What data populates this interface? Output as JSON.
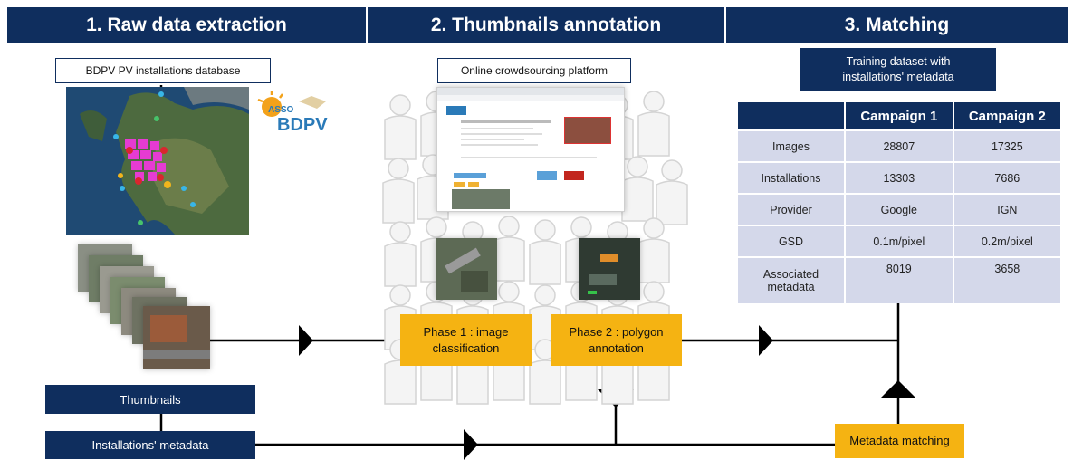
{
  "headers": {
    "step1": "1. Raw data extraction",
    "step2": "2. Thumbnails annotation",
    "step3": "3. Matching"
  },
  "labels": {
    "database": "BDPV PV installations database",
    "platform": "Online crowdsourcing platform",
    "training_dataset": "Training dataset with installations' metadata",
    "thumbnails": "Thumbnails",
    "installations_metadata": "Installations' metadata",
    "phase1": "Phase 1 : image classification",
    "phase2": "Phase 2 : polygon annotation",
    "metadata_matching": "Metadata matching",
    "logo_text": "BDPV",
    "logo_small": "ASSO"
  },
  "table": {
    "columns": [
      "",
      "Campaign 1",
      "Campaign 2"
    ],
    "rows": [
      {
        "label": "Images",
        "c1": "28807",
        "c2": "17325"
      },
      {
        "label": "Installations",
        "c1": "13303",
        "c2": "7686"
      },
      {
        "label": "Provider",
        "c1": "Google",
        "c2": "IGN"
      },
      {
        "label": "GSD",
        "c1": "0.1m/pixel",
        "c2": "0.2m/pixel"
      },
      {
        "label": "Associated metadata",
        "c1": "8019",
        "c2": "3658"
      }
    ]
  },
  "colors": {
    "navy": "#0f2e5e",
    "orange": "#f5b312",
    "table_cell": "#d4d8ea",
    "map_marker": "#e63bd2"
  }
}
